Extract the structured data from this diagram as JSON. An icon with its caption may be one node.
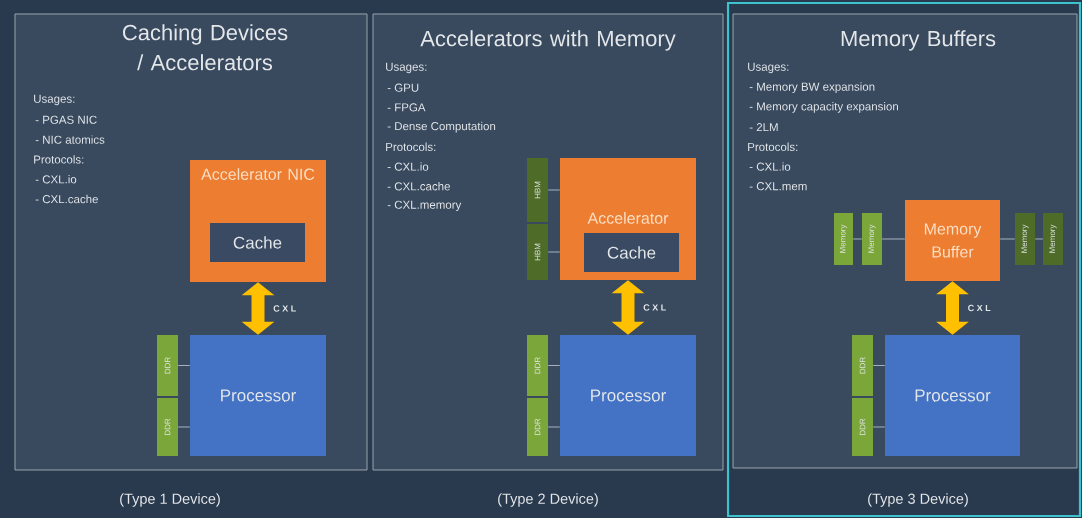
{
  "diagram": {
    "nodes": [
      {
        "text": [
          "Caching Devices / Accelerators",
          "Usages:",
          "- PGAS NIC",
          "- NIC atomics",
          "Protocols:",
          "- CXL.io",
          "- CXL.cache"
        ],
        "beside": [
          "(Type 1 Device)"
        ]
      },
      {
        "text": [
          "Accelerator NIC"
        ],
        "in": 0
      },
      {
        "text": [
          "Cache"
        ],
        "in": 1
      },
      {
        "text": [
          "Processor"
        ],
        "in": 0
      },
      {
        "text": [
          "DDR"
        ],
        "in": 0
      },
      {
        "text": [
          "DDR"
        ],
        "in": 0
      },
      {
        "text": [
          "Accelerators with Memory",
          "Usages:",
          "- GPU",
          "- FPGA",
          "- Dense Computation",
          "Protocols:",
          "- CXL.io",
          "- CXL.cache",
          "- CXL.memory"
        ],
        "beside": [
          "(Type 2 Device)"
        ]
      },
      {
        "text": [
          "Accelerator"
        ],
        "in": 6
      },
      {
        "text": [
          "Cache"
        ],
        "in": 7
      },
      {
        "text": [
          "Processor"
        ],
        "in": 6
      },
      {
        "text": [
          "HBM"
        ],
        "in": 6
      },
      {
        "text": [
          "HBM"
        ],
        "in": 6
      },
      {
        "text": [
          "DDR"
        ],
        "in": 6
      },
      {
        "text": [
          "DDR"
        ],
        "in": 6
      },
      {
        "text": [
          "Memory Buffers",
          "Usages:",
          "- Memory BW expansion",
          "- Memory capacity expansion",
          "- 2LM",
          "Protocols:",
          "- CXL.io",
          "- CXL.mem"
        ],
        "beside": [
          "(Type 3 Device)"
        ]
      },
      {
        "text": [
          "Memory Buffer"
        ],
        "in": 14
      },
      {
        "text": [
          "Processor"
        ],
        "in": 14
      },
      {
        "text": [
          "Memory"
        ],
        "in": 14
      },
      {
        "text": [
          "Memory"
        ],
        "in": 14
      },
      {
        "text": [
          "Memory"
        ],
        "in": 14
      },
      {
        "text": [
          "Memory"
        ],
        "in": 14
      },
      {
        "text": [
          "DDR"
        ],
        "in": 14
      },
      {
        "text": [
          "DDR"
        ],
        "in": 14
      }
    ],
    "edges": [
      {
        "from": 1,
        "to": 3,
        "arrow": "both",
        "label": "C X L",
        "style": "thick",
        "color": "#ffc000"
      },
      {
        "from": 4,
        "to": 3,
        "arrow": "none"
      },
      {
        "from": 5,
        "to": 3,
        "arrow": "none"
      },
      {
        "from": 7,
        "to": 9,
        "arrow": "both",
        "label": "C X L",
        "style": "thick",
        "color": "#ffc000"
      },
      {
        "from": 10,
        "to": 7,
        "arrow": "none"
      },
      {
        "from": 11,
        "to": 7,
        "arrow": "none"
      },
      {
        "from": 12,
        "to": 9,
        "arrow": "none"
      },
      {
        "from": 13,
        "to": 9,
        "arrow": "none"
      },
      {
        "from": 15,
        "to": 16,
        "arrow": "both",
        "label": "C X L",
        "style": "thick",
        "color": "#ffc000"
      },
      {
        "from": 17,
        "to": 18,
        "arrow": "none"
      },
      {
        "from": 18,
        "to": 15,
        "arrow": "none"
      },
      {
        "from": 15,
        "to": 19,
        "arrow": "none"
      },
      {
        "from": 19,
        "to": 20,
        "arrow": "none"
      },
      {
        "from": 21,
        "to": 16,
        "arrow": "none"
      },
      {
        "from": 22,
        "to": 16,
        "arrow": "none"
      }
    ]
  }
}
